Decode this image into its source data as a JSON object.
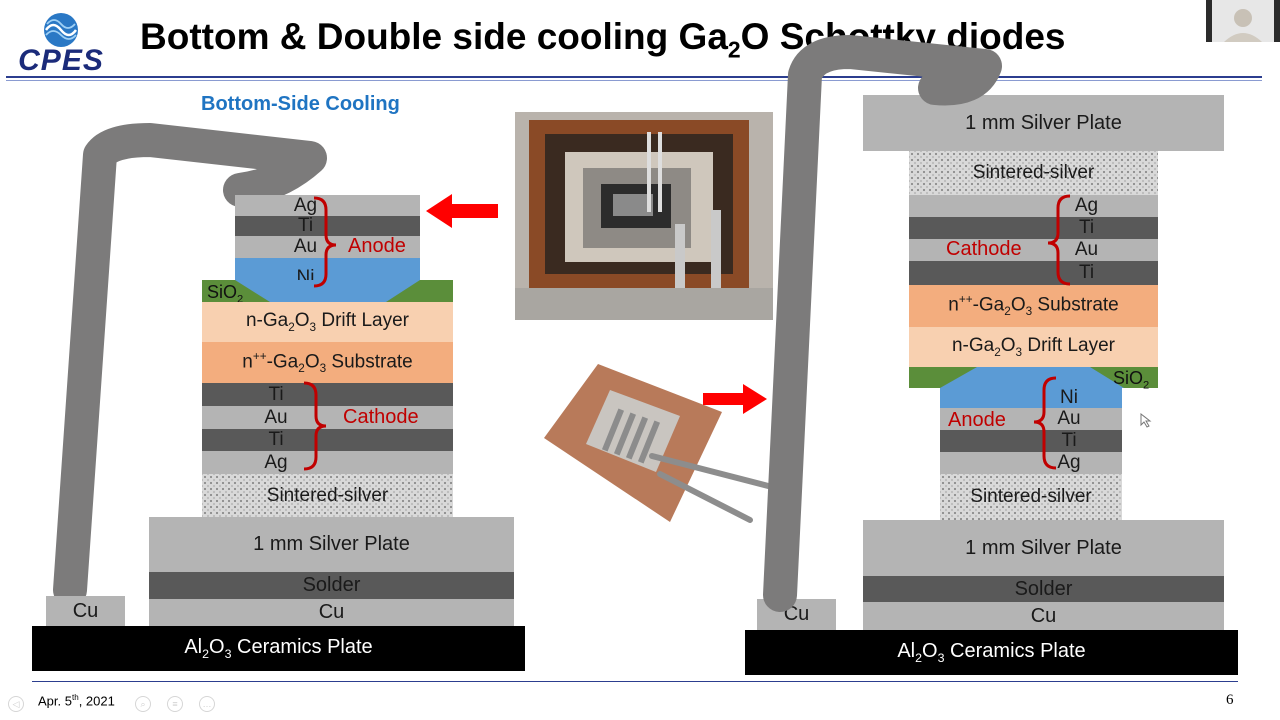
{
  "slide": {
    "title": {
      "pre": "Bottom & Double side cooling Ga",
      "sub": "2",
      "mid": "O",
      "post": "  Schottky diodes"
    },
    "logo_text": "CPES",
    "section_label": "Bottom-Side Cooling",
    "footer": {
      "date_pre": "Apr. 5",
      "date_sup": "th",
      "date_post": ", 2021",
      "page": "6"
    }
  },
  "left_stack": {
    "ag": "Ag",
    "ti1": "Ti",
    "au": "Au",
    "ni": "Ni",
    "anode": "Anode",
    "sio2": {
      "base": "SiO",
      "sub": "2"
    },
    "drift": {
      "a": "n-Ga",
      "s1": "2",
      "b": "O",
      "s2": "3",
      "c": " Drift Layer"
    },
    "substrate": {
      "a": "n",
      "sup": "++",
      "b": "-Ga",
      "s1": "2",
      "c": "O",
      "s2": "3",
      "d": " Substrate"
    },
    "ti2": "Ti",
    "au2": "Au",
    "ti3": "Ti",
    "ag2": "Ag",
    "cathode": "Cathode",
    "sintered": "Sintered-silver",
    "silver_plate": "1 mm Silver Plate",
    "solder": "Solder",
    "cu": "Cu",
    "cu_small": "Cu",
    "ceramic": {
      "a": "Al",
      "s1": "2",
      "b": "O",
      "s2": "3",
      "c": " Ceramics Plate"
    }
  },
  "right_stack": {
    "silver_plate_top": "1 mm Silver Plate",
    "sintered_top": "Sintered-silver",
    "ag": "Ag",
    "ti1": "Ti",
    "au": "Au",
    "ti2": "Ti",
    "cathode": "Cathode",
    "substrate": {
      "a": "n",
      "sup": "++",
      "b": "-Ga",
      "s1": "2",
      "c": "O",
      "s2": "3",
      "d": " Substrate"
    },
    "drift": {
      "a": "n-Ga",
      "s1": "2",
      "b": "O",
      "s2": "3",
      "c": " Drift Layer"
    },
    "ni": "Ni",
    "sio2": {
      "base": "SiO",
      "sub": "2"
    },
    "au2": "Au",
    "ti3": "Ti",
    "ag2": "Ag",
    "anode": "Anode",
    "sintered_bottom": "Sintered-silver",
    "silver_plate_bottom": "1 mm Silver Plate",
    "solder": "Solder",
    "cu": "Cu",
    "cu_small": "Cu",
    "ceramic": {
      "a": "Al",
      "s1": "2",
      "b": "O",
      "s2": "3",
      "c": " Ceramics Plate"
    }
  },
  "colors": {
    "accent_blue": "#1f74c2",
    "label_red": "#c00000",
    "wire_gray": "#7c7b7b",
    "arrow_red": "#ff0000"
  }
}
